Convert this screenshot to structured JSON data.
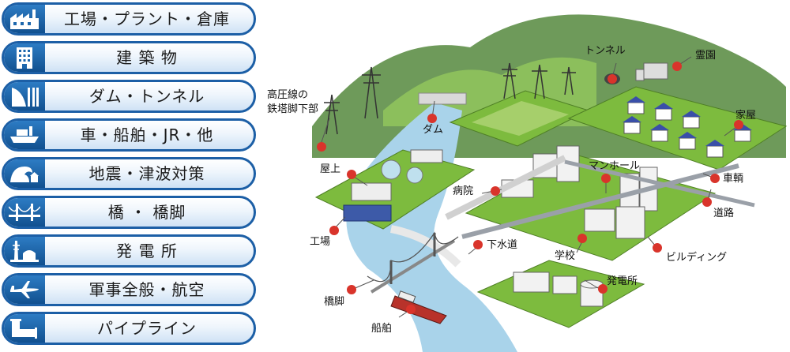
{
  "menu": {
    "items": [
      {
        "label": "工場・プラント・倉庫",
        "icon": "factory-icon"
      },
      {
        "label": "建 築 物",
        "icon": "building-icon"
      },
      {
        "label": "ダム・トンネル",
        "icon": "dam-icon"
      },
      {
        "label": "車・船舶・JR・他",
        "icon": "ship-icon"
      },
      {
        "label": "地震・津波対策",
        "icon": "tsunami-icon"
      },
      {
        "label": "橋 ・ 橋脚",
        "icon": "bridge-icon"
      },
      {
        "label": "発 電 所",
        "icon": "power-plant-icon"
      },
      {
        "label": "軍事全般・航空",
        "icon": "airplane-icon"
      },
      {
        "label": "パイプライン",
        "icon": "pipe-icon"
      }
    ]
  },
  "map": {
    "labels": {
      "tunnel": "トンネル",
      "cemetery": "霊園",
      "pylon_line1": "高圧線の",
      "pylon_line2": "鉄塔脚下部",
      "dam": "ダム",
      "house": "家屋",
      "rooftop": "屋上",
      "manhole": "マンホール",
      "vehicle": "車輌",
      "hospital": "病院",
      "road": "道路",
      "factory": "工場",
      "sewer": "下水道",
      "school": "学校",
      "building": "ビルディング",
      "power_plant": "発電所",
      "bridge_pier": "橋脚",
      "ship": "船舶"
    },
    "colors": {
      "accent": "#1c5fa6",
      "pin": "#d9342b",
      "grass": "#7dbb3e",
      "water": "#a9d3ea",
      "mountain": "#6e9a5a"
    }
  }
}
